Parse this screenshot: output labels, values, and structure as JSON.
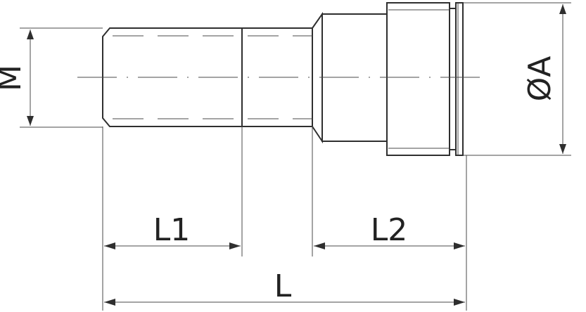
{
  "labels": {
    "thread": "M",
    "diameter": "ØA",
    "length_1": "L1",
    "length_2": "L2",
    "total_length": "L"
  }
}
